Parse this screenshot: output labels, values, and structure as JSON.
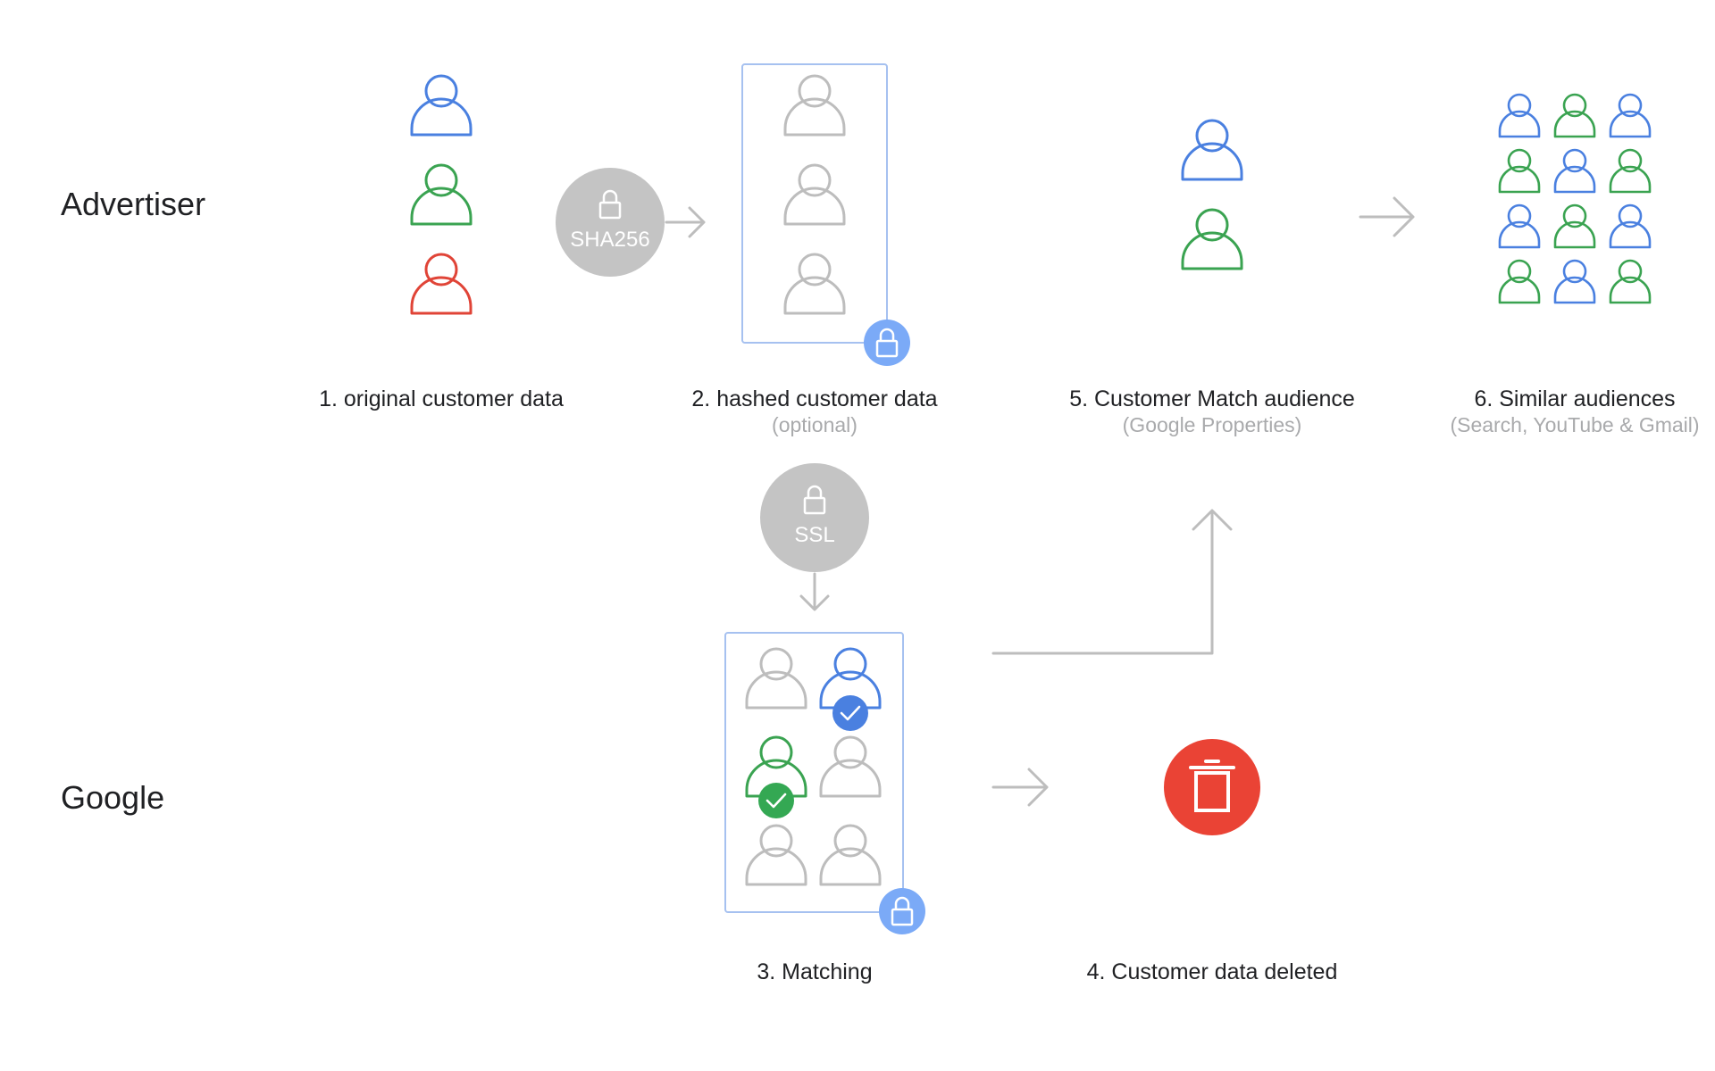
{
  "rows": {
    "advertiser": "Advertiser",
    "google": "Google"
  },
  "steps": {
    "step1": {
      "label": "1. original customer data"
    },
    "step2": {
      "label": "2. hashed customer data",
      "sublabel": "(optional)"
    },
    "step3": {
      "label": "3. Matching"
    },
    "step4": {
      "label": "4. Customer data deleted"
    },
    "step5": {
      "label": "5. Customer Match audience",
      "sublabel": "(Google Properties)"
    },
    "step6": {
      "label": "6. Similar audiences",
      "sublabel": "(Search, YouTube & Gmail)"
    }
  },
  "badges": {
    "hash": {
      "text": "SHA256",
      "icon": "lock-icon"
    },
    "transfer": {
      "text": "SSL",
      "icon": "lock-icon"
    }
  },
  "icons": {
    "person": "person-icon",
    "lock": "lock-icon",
    "check": "check-icon",
    "trash": "trash-icon",
    "arrow": "arrow-icon"
  },
  "colors": {
    "blue": "#4a80e0",
    "green": "#3aa351",
    "red": "#e04437",
    "gray": "#bdbdbd",
    "badge_gray": "#c4c4c4",
    "lock_badge": "#7baaf7",
    "check_blue": "#4a80e0",
    "check_green": "#34a853",
    "trash_red": "#ea4335",
    "frame_border": "#a6c1f0"
  }
}
